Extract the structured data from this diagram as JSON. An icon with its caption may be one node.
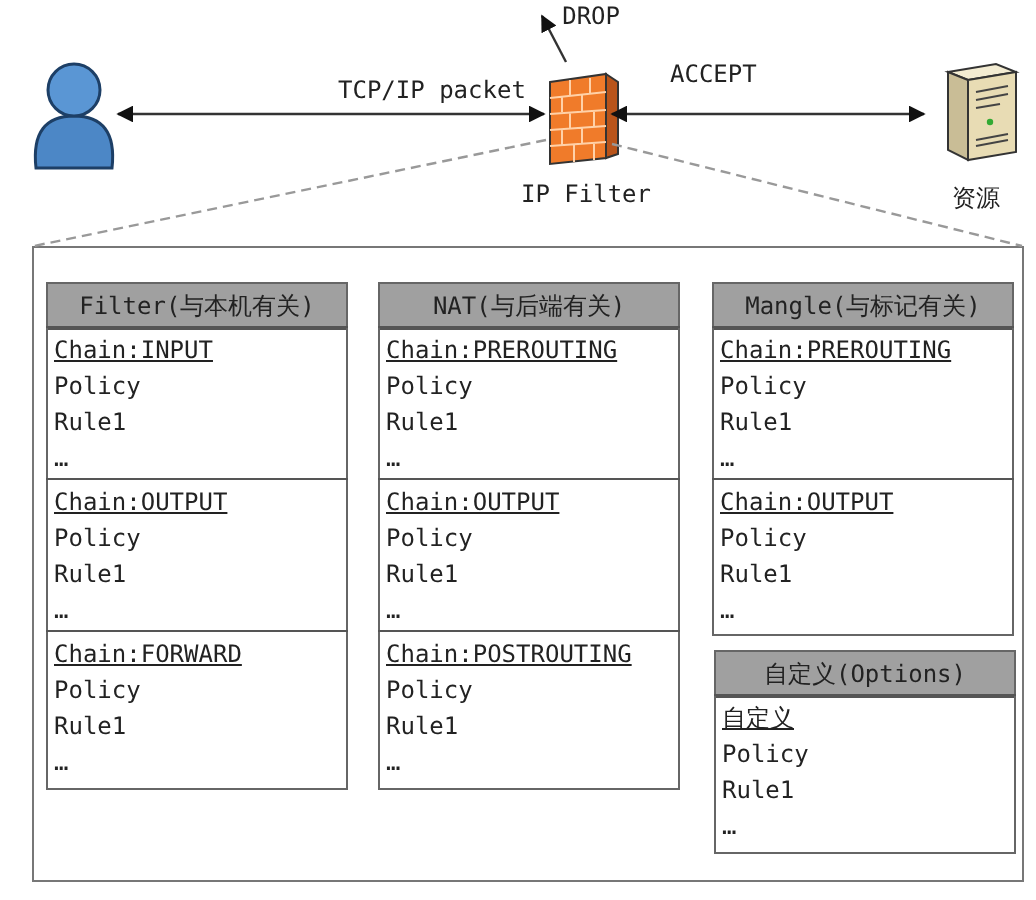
{
  "diagram": {
    "nodes": [
      {
        "text": [],
        "shape": "person"
      },
      {
        "text": [
          "IP Filter"
        ]
      },
      {
        "text": [
          "资源"
        ]
      },
      {
        "text": [
          "DROP"
        ]
      },
      {
        "text": [],
        "shape": "box"
      },
      {
        "text": [
          "Filter(与本机有关)"
        ],
        "in": 4
      },
      {
        "text": [
          "Chain:INPUT",
          "Policy",
          "Rule1",
          "…"
        ],
        "in": 5
      },
      {
        "text": [
          "Chain:OUTPUT",
          "Policy",
          "Rule1",
          "…"
        ],
        "in": 5
      },
      {
        "text": [
          "Chain:FORWARD",
          "Policy",
          "Rule1",
          "…"
        ],
        "in": 5
      },
      {
        "text": [
          "NAT(与后端有关)"
        ],
        "in": 4
      },
      {
        "text": [
          "Chain:PREROUTING",
          "Policy",
          "Rule1",
          "…"
        ],
        "in": 9
      },
      {
        "text": [
          "Chain:OUTPUT",
          "Policy",
          "Rule1",
          "…"
        ],
        "in": 9
      },
      {
        "text": [
          "Chain:POSTROUTING",
          "Policy",
          "Rule1",
          "…"
        ],
        "in": 9
      },
      {
        "text": [
          "Mangle(与标记有关)"
        ],
        "in": 4
      },
      {
        "text": [
          "Chain:PREROUTING",
          "Policy",
          "Rule1",
          "…"
        ],
        "in": 13
      },
      {
        "text": [
          "Chain:OUTPUT",
          "Policy",
          "Rule1",
          "…"
        ],
        "in": 13
      },
      {
        "text": [
          "自定义(Options)"
        ],
        "in": 4
      },
      {
        "text": [
          "自定义",
          "Policy",
          "Rule1",
          "…"
        ],
        "in": 16
      }
    ],
    "edges": [
      {
        "from": 0,
        "to": 1,
        "arrow": "both",
        "label": "TCP/IP packet"
      },
      {
        "from": 1,
        "to": 2,
        "arrow": "both",
        "label": "ACCEPT"
      },
      {
        "from": 1,
        "to": 3,
        "arrow": "to"
      },
      {
        "from": 1,
        "to": 4,
        "arrow": "none",
        "style": "dashed",
        "color": "#999999"
      },
      {
        "from": 1,
        "to": 4,
        "arrow": "none",
        "style": "dashed",
        "color": "#999999"
      }
    ]
  }
}
